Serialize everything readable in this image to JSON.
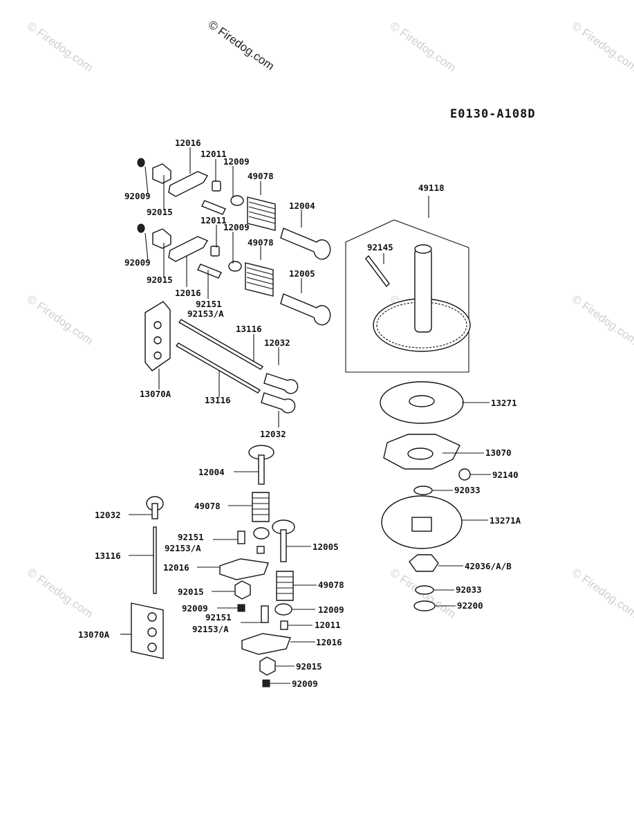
{
  "diagram_code": "E0130-A108D",
  "watermark_main": "© Firedog.com",
  "watermark_faint": "© Firedog.com",
  "labels": {
    "l12016_a": "12016",
    "l12011_a": "12011",
    "l12009_a": "12009",
    "l49078_a": "49078",
    "l92009_a": "92009",
    "l92015_a": "92015",
    "l12004_a": "12004",
    "l12011_b": "12011",
    "l12009_b": "12009",
    "l49078_b": "49078",
    "l92009_b": "92009",
    "l92015_b": "92015",
    "l12016_b": "12016",
    "l12005_a": "12005",
    "l92151_a": "92151",
    "l92153_a": "92153/A",
    "l13116_a": "13116",
    "l12032_a": "12032",
    "l13070A_a": "13070A",
    "l13116_b": "13116",
    "l12032_b": "12032",
    "l49118": "49118",
    "l92145": "92145",
    "l13271": "13271",
    "l13070": "13070",
    "l92140": "92140",
    "l92033_a": "92033",
    "l13271A": "13271A",
    "l42036": "42036/A/B",
    "l92033_b": "92033",
    "l92200": "92200",
    "l12004_b": "12004",
    "l49078_c": "49078",
    "l12032_c": "12032",
    "l92151_b": "92151",
    "l92153_b": "92153/A",
    "l12005_b": "12005",
    "l13116_c": "13116",
    "l12016_c": "12016",
    "l49078_d": "49078",
    "l92015_c": "92015",
    "l92009_c": "92009",
    "l12009_c": "12009",
    "l92151_c": "92151",
    "l92153_c": "92153/A",
    "l12011_c": "12011",
    "l13070A_b": "13070A",
    "l12016_d": "12016",
    "l92015_d": "92015",
    "l92009_d": "92009"
  }
}
